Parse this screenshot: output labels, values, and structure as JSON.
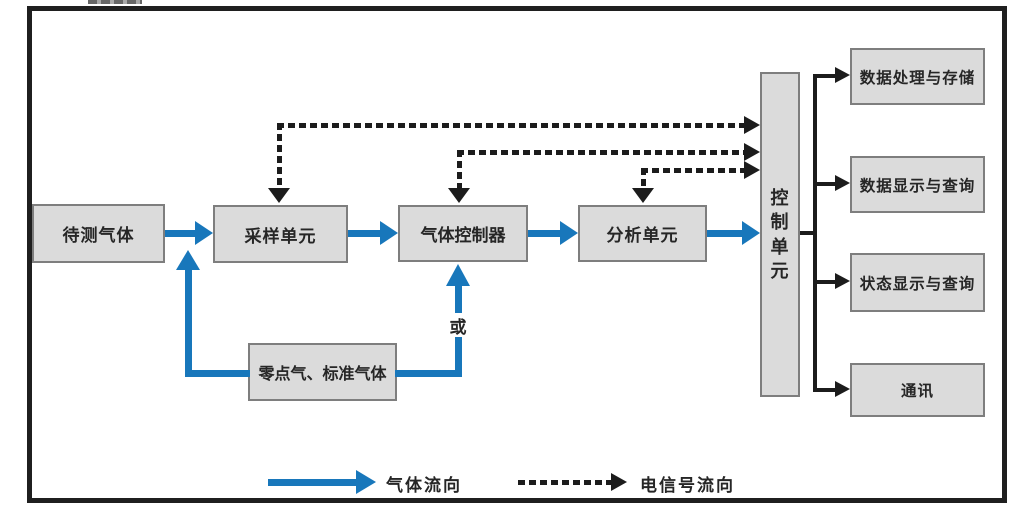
{
  "diagram": {
    "nodes": {
      "gas_source": {
        "label": "待测气体"
      },
      "sampling": {
        "label": "采样单元"
      },
      "controller": {
        "label": "气体控制器"
      },
      "analysis": {
        "label": "分析单元"
      },
      "control": {
        "label": "控制单元"
      },
      "zero_gas": {
        "label": "零点气、标准气体"
      },
      "data_storage": {
        "label": "数据处理与存储"
      },
      "data_display": {
        "label": "数据显示与查询"
      },
      "status_display": {
        "label": "状态显示与查询"
      },
      "comm": {
        "label": "通讯"
      }
    },
    "labels": {
      "or": "或"
    },
    "legend": {
      "gas_flow": "气体流向",
      "signal_flow": "电信号流向"
    },
    "colors": {
      "gas_flow_blue": "#1877BB",
      "signal_black": "#1C1C1C",
      "node_fill": "#DBDBDB",
      "node_border": "#7E7E7E",
      "frame_border": "#1F1F1F"
    }
  }
}
